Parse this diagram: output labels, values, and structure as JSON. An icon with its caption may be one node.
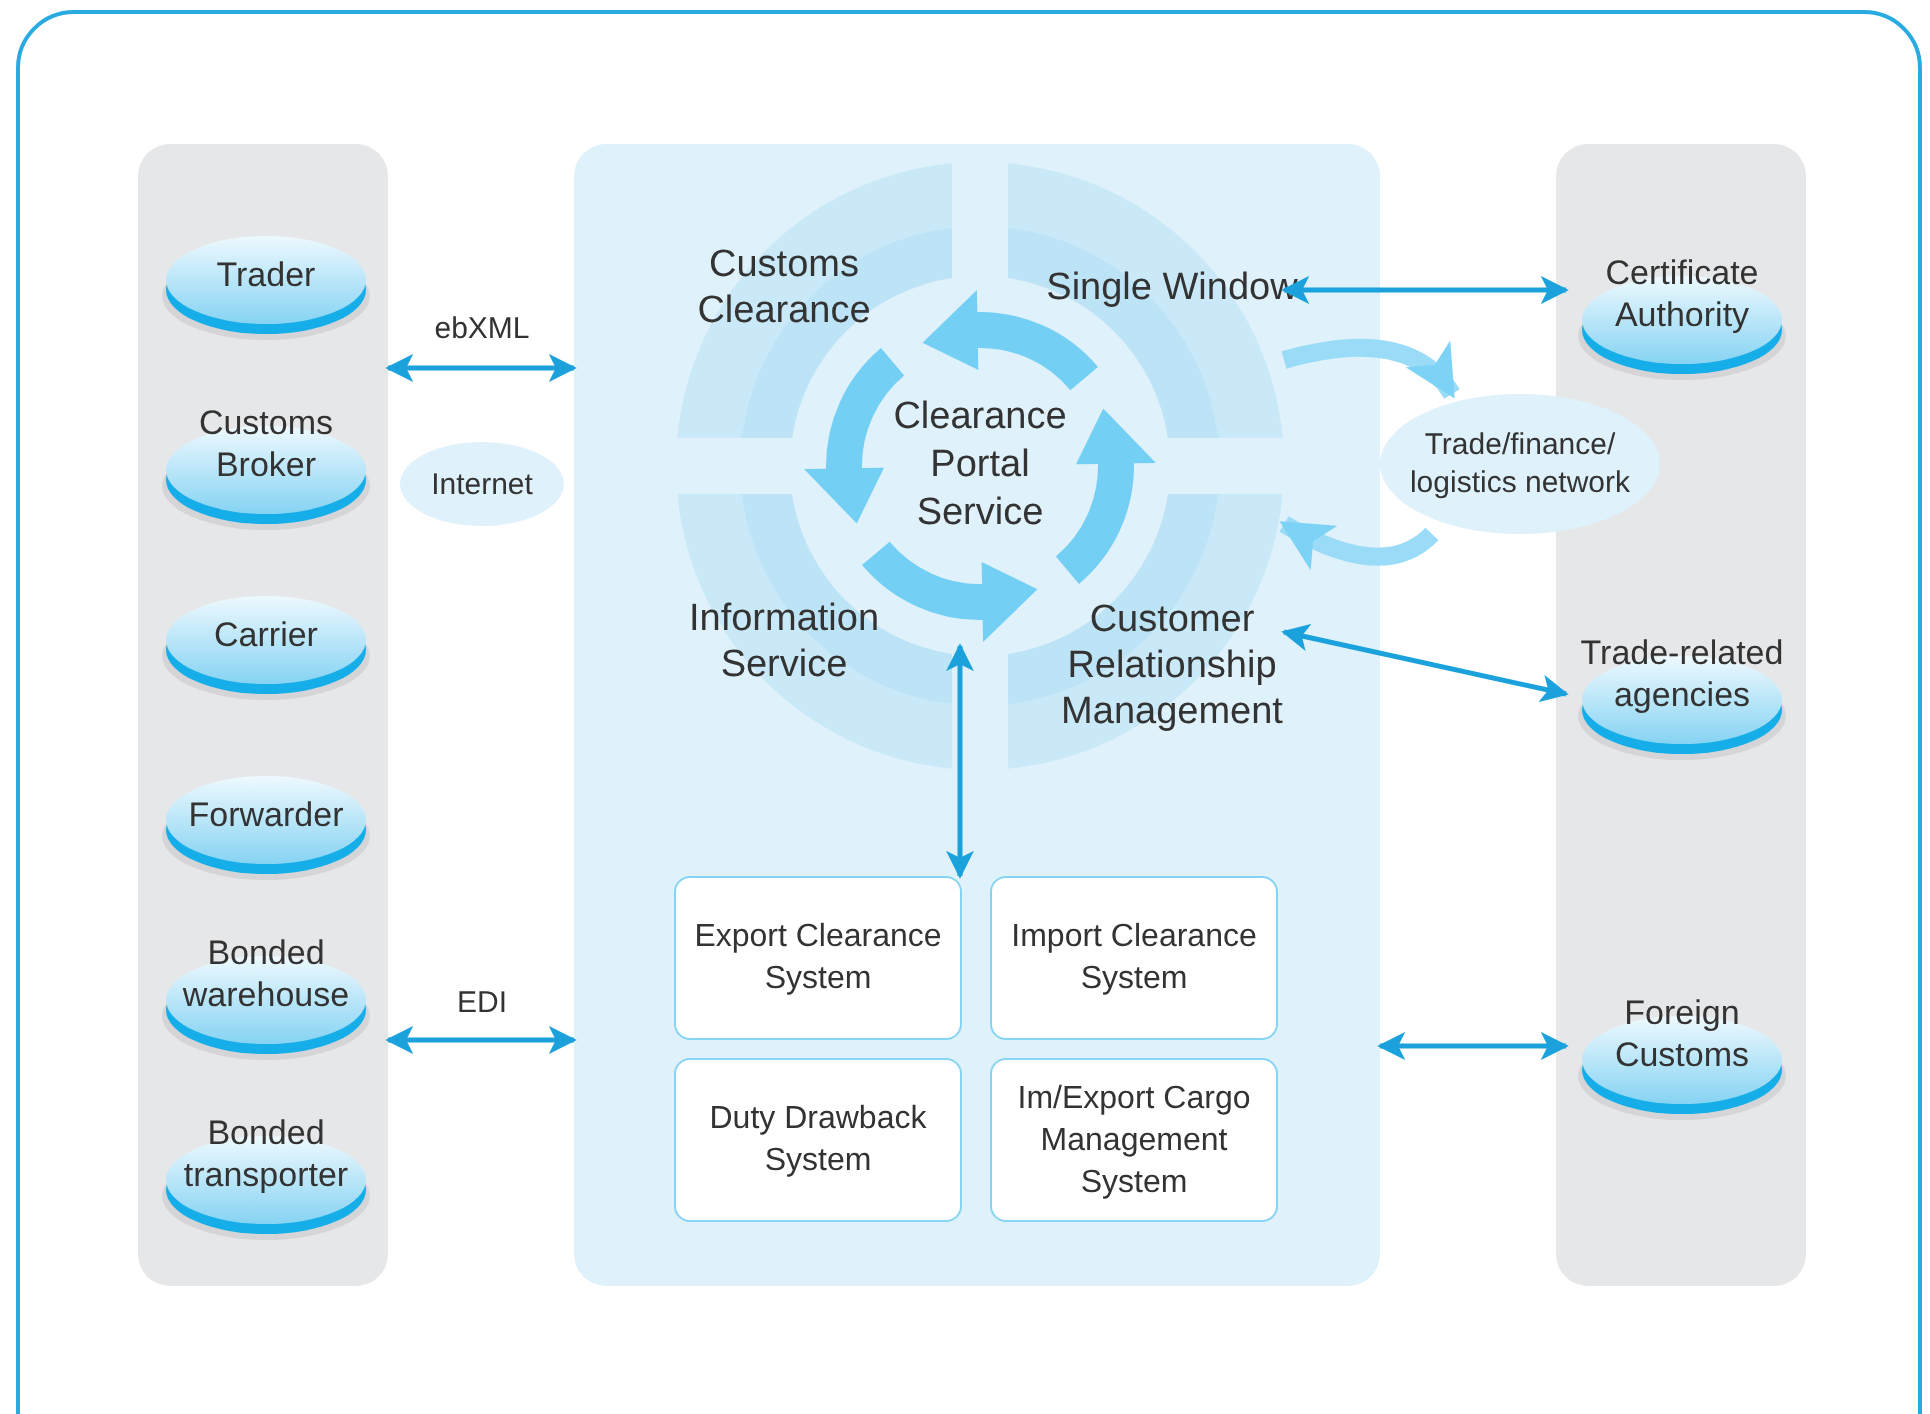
{
  "diagram": {
    "nodes": [
      {
        "text": [],
        "shape": "box"
      },
      {
        "text": [
          "Trader"
        ],
        "in": 0
      },
      {
        "text": [
          "Customs Broker"
        ],
        "in": 0
      },
      {
        "text": [
          "Carrier"
        ],
        "in": 0
      },
      {
        "text": [
          "Forwarder"
        ],
        "in": 0
      },
      {
        "text": [
          "Bonded warehouse"
        ],
        "in": 0
      },
      {
        "text": [
          "Bonded transporter"
        ],
        "in": 0
      },
      {
        "text": [
          "Internet"
        ]
      },
      {
        "text": [],
        "shape": "box"
      },
      {
        "text": [
          "Customs Clearance"
        ],
        "in": 8
      },
      {
        "text": [
          "Single Window"
        ],
        "in": 8
      },
      {
        "text": [
          "Clearance Portal Service"
        ],
        "in": 8
      },
      {
        "text": [
          "Information Service"
        ],
        "in": 8
      },
      {
        "text": [
          "Customer Relationship Management"
        ],
        "in": 8
      },
      {
        "text": [
          "Export Clearance System"
        ],
        "in": 8
      },
      {
        "text": [
          "Import Clearance System"
        ],
        "in": 8
      },
      {
        "text": [
          "Duty Drawback System"
        ],
        "in": 8
      },
      {
        "text": [
          "Im/Export Cargo Management System"
        ],
        "in": 8
      },
      {
        "text": [
          "Trade/finance/ logistics network"
        ]
      },
      {
        "text": [],
        "shape": "box"
      },
      {
        "text": [
          "Certificate Authority"
        ],
        "in": 19
      },
      {
        "text": [
          "Trade-related agencies"
        ],
        "in": 19
      },
      {
        "text": [
          "Foreign Customs"
        ],
        "in": 19
      }
    ],
    "edges": [
      {
        "from": 0,
        "to": 8,
        "arrow": "both",
        "label": "ebXML"
      },
      {
        "from": 0,
        "to": 8,
        "arrow": "both",
        "label": "EDI"
      },
      {
        "from": 10,
        "to": 20,
        "arrow": "both"
      },
      {
        "from": 13,
        "to": 21,
        "arrow": "both"
      },
      {
        "from": 8,
        "to": 22,
        "arrow": "both"
      },
      {
        "from": 11,
        "to": 14,
        "arrow": "both"
      },
      {
        "from": 10,
        "to": 18,
        "arrow": "to",
        "style": "thick",
        "color": "#9adcf7"
      },
      {
        "from": 18,
        "to": 13,
        "arrow": "to",
        "style": "thick",
        "color": "#9adcf7"
      }
    ]
  }
}
